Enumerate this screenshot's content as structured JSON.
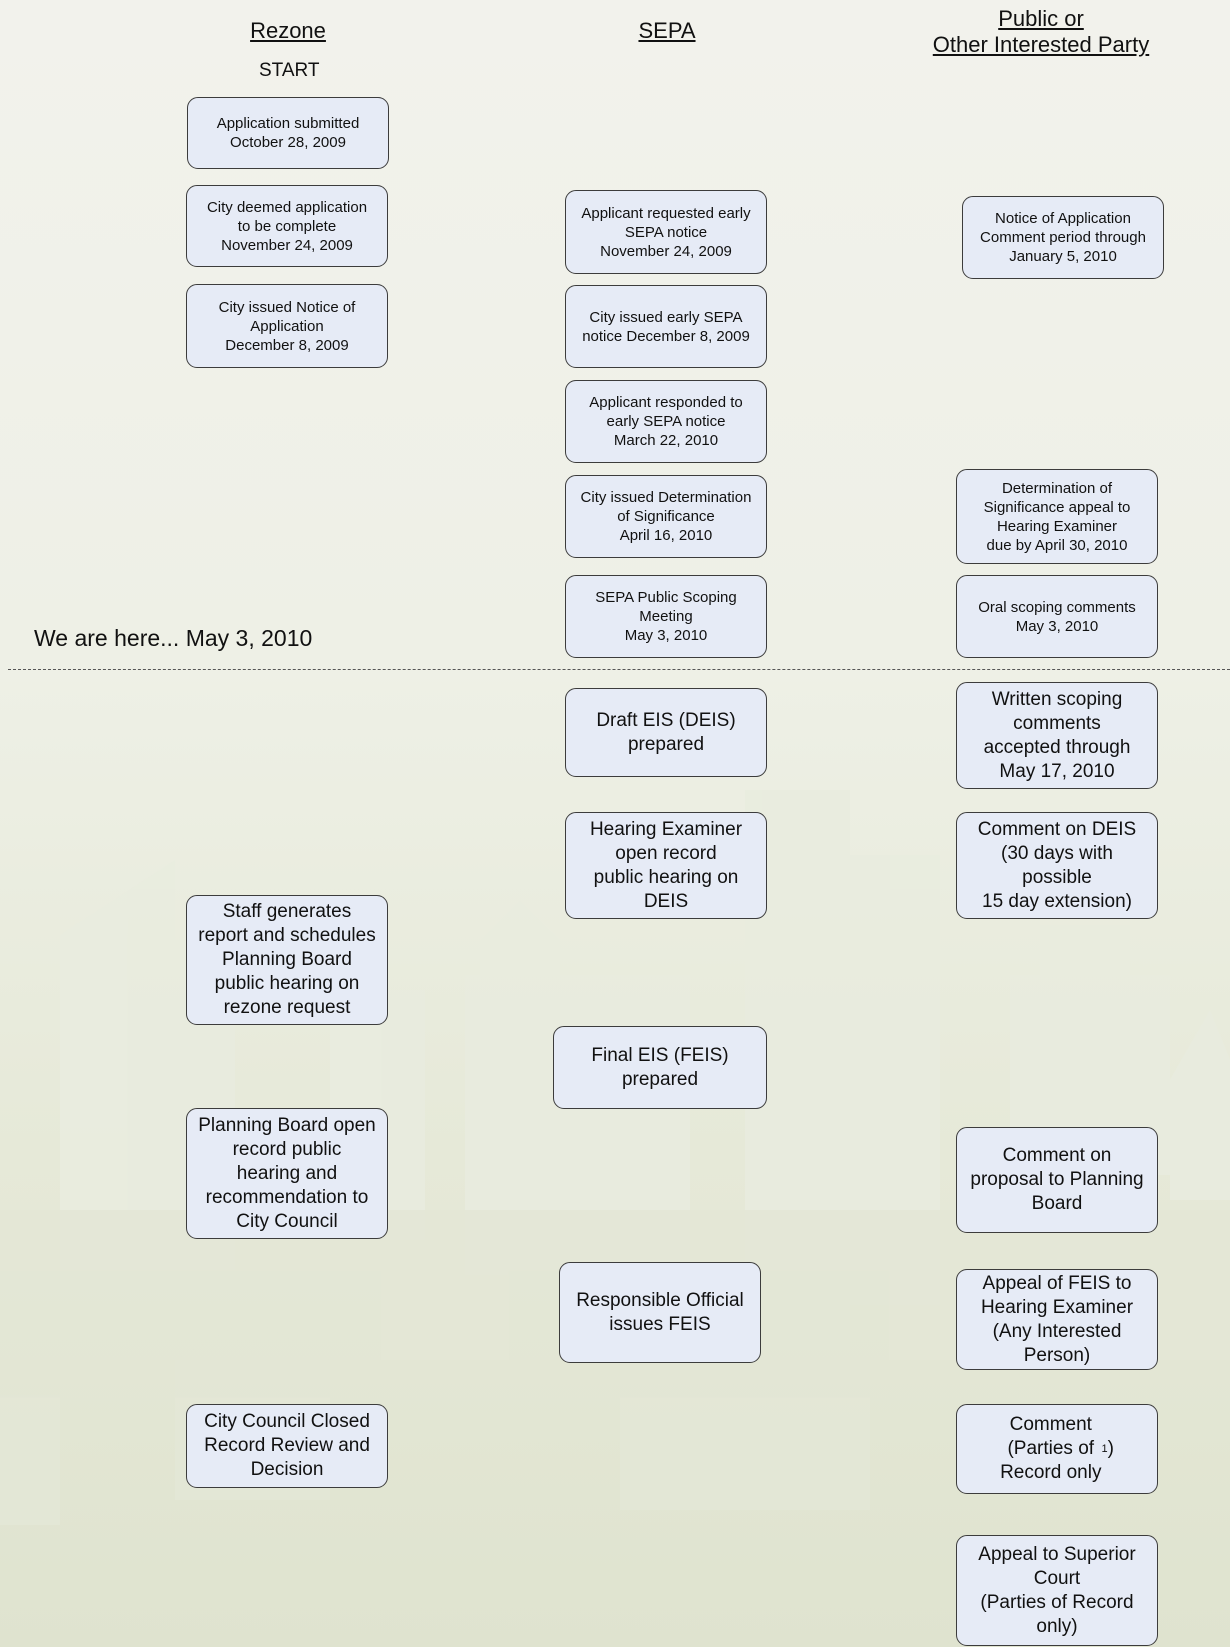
{
  "headers": {
    "rezone": "Rezone",
    "sepa": "SEPA",
    "public_line1": "Public or",
    "public_line2": "Other Interested Party"
  },
  "start_label": "START",
  "current_status": "We are here... May 3, 2010",
  "rezone": {
    "application_submitted": "Application submitted\nOctober 28, 2009",
    "deemed_complete": "City deemed application\nto be complete\nNovember 24, 2009",
    "notice_issued": "City issued Notice of\nApplication\nDecember 8, 2009",
    "staff_report": "Staff generates\nreport and schedules\nPlanning Board\npublic hearing on\nrezone request",
    "planning_board_hearing": "Planning Board open\nrecord public\nhearing and\nrecommendation to\nCity Council",
    "council_decision": "City Council Closed\nRecord Review and\nDecision"
  },
  "sepa": {
    "early_notice_request": "Applicant requested early\nSEPA notice\nNovember 24, 2009",
    "early_notice_issued": "City issued early SEPA\nnotice December 8, 2009",
    "applicant_response": "Applicant responded to\nearly SEPA notice\nMarch 22, 2010",
    "determination": "City issued Determination\nof Significance\nApril 16, 2010",
    "scoping_meeting": "SEPA Public Scoping\nMeeting\nMay 3, 2010",
    "draft_eis": "Draft EIS (DEIS)\nprepared",
    "deis_hearing": "Hearing Examiner\nopen record\npublic hearing on\nDEIS",
    "final_eis": "Final EIS (FEIS)\nprepared",
    "feis_issued": "Responsible Official\nissues FEIS"
  },
  "public": {
    "notice_comment": "Notice of Application\nComment period through\nJanuary 5, 2010",
    "ds_appeal": "Determination of\nSignificance appeal to\nHearing Examiner\ndue by April 30, 2010",
    "oral_scoping": "Oral scoping comments\nMay 3, 2010",
    "written_scoping": "Written scoping\ncomments\naccepted through\nMay 17, 2010",
    "deis_comment": "Comment on DEIS\n(30 days with\npossible\n15 day extension)",
    "planning_board_comment": "Comment on\nproposal to Planning\nBoard",
    "feis_appeal": "Appeal of FEIS to\nHearing Examiner\n(Any Interested\nPerson)",
    "council_comment": "Comment\n(Parties of\nRecord only ",
    "council_comment_footnote": "1",
    "council_comment_close": ")",
    "superior_court_appeal": "Appeal to Superior\nCourt\n(Parties of Record\nonly)"
  }
}
